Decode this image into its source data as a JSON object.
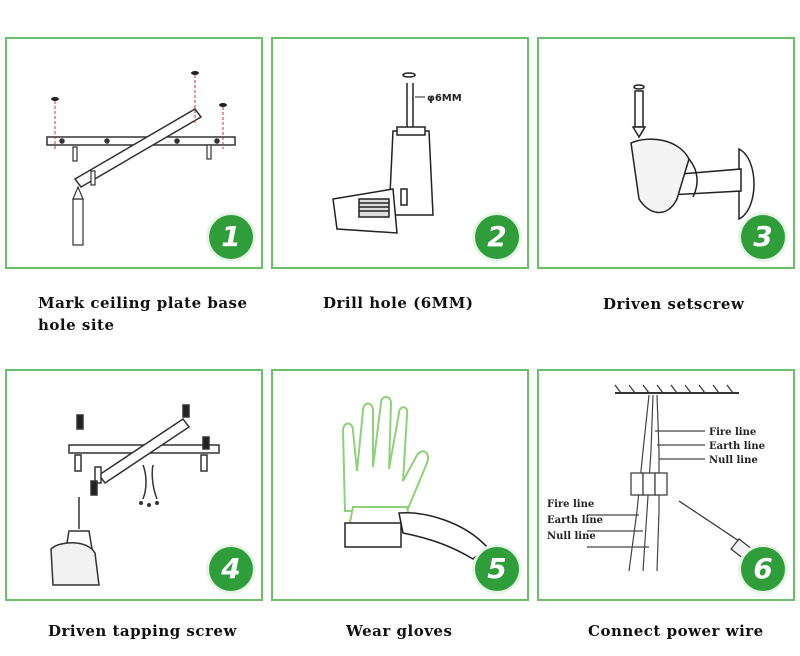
{
  "steps": [
    {
      "number": "1",
      "caption_line1": "Mark ceiling plate base",
      "caption_line2": "hole site"
    },
    {
      "number": "2",
      "caption": "Drill hole (6MM)",
      "annotation": "φ6MM"
    },
    {
      "number": "3",
      "caption": "Driven setscrew"
    },
    {
      "number": "4",
      "caption": "Driven tapping screw"
    },
    {
      "number": "5",
      "caption": "Wear gloves"
    },
    {
      "number": "6",
      "caption": "Connect power wire",
      "labels_right": [
        "Fire line",
        "Earth line",
        "Null line"
      ],
      "labels_left": [
        "Fire line",
        "Earth line",
        "Null line"
      ]
    }
  ],
  "colors": {
    "border": "#6cc06c",
    "badge": "#2f9e3a",
    "glove": "#8fd07a"
  }
}
